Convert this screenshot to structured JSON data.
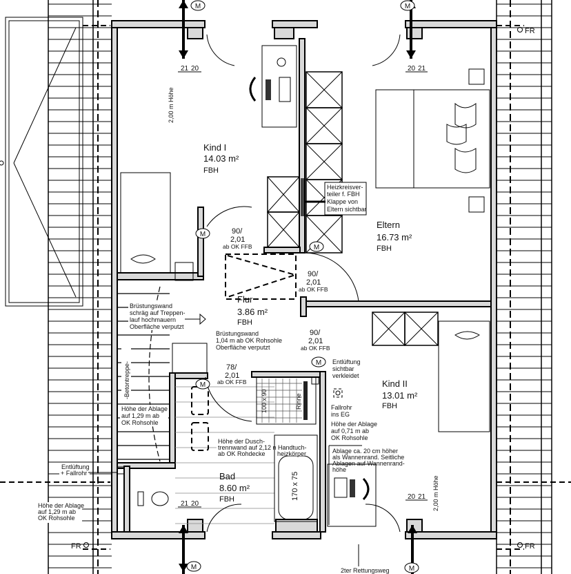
{
  "rooms": {
    "kind1": {
      "name": "Kind I",
      "area": "14.03 m²",
      "floor": "FBH"
    },
    "eltern": {
      "name": "Eltern",
      "area": "16.73 m²",
      "floor": "FBH"
    },
    "flur": {
      "name": "Flur",
      "area": "3.86 m²",
      "floor": "FBH"
    },
    "kind2": {
      "name": "Kind II",
      "area": "13.01 m²",
      "floor": "FBH"
    },
    "bad": {
      "name": "Bad",
      "area": "8.60 m²",
      "floor": "FBH"
    }
  },
  "heights": {
    "kind1": "2,00 m Höhe",
    "kind2": "2,00 m Höhe"
  },
  "doors": [
    {
      "size": "90/",
      "height": "2,01",
      "ref": "ab OK FFB"
    },
    {
      "size": "90/",
      "height": "2,01",
      "ref": "ab OK FFB"
    },
    {
      "size": "90/",
      "height": "2,01",
      "ref": "ab OK FFB"
    },
    {
      "size": "78/",
      "height": "2,01",
      "ref": "ab OK FFB"
    }
  ],
  "markers": {
    "motor": "M",
    "fr": "FR"
  },
  "dims": {
    "a": "21",
    "b": "20"
  },
  "notes": {
    "heizkreis": [
      "Heizkreisver-",
      "teiler f. FBH",
      "Klappe von",
      "Eltern sichtbar"
    ],
    "bruestung1": [
      "Brüstungswand",
      "schräg auf Treppen-",
      "lauf hochmauern",
      "Oberfläche verputzt"
    ],
    "bruestung2": [
      "Brüstungswand",
      "1,04 m ab OK Rohsohle",
      "Oberfläche verputzt"
    ],
    "treppe": "-Betontreppe-",
    "ablage129a": [
      "Höhe der Ablage",
      "auf 1,29 m ab",
      "OK Rohsohle"
    ],
    "duschtrenn": [
      "Höhe der Dusch-",
      "trennwand auf 2,12 m",
      "ab OK Rohdecke"
    ],
    "dusche": "100 x 90",
    "rinne": "Rinne",
    "handtuch": [
      "Handtuch-",
      "heizkörper"
    ],
    "wanne": "170 x 75",
    "entlueftung": [
      "Entlüftung",
      "sichtbar",
      "verkleidet"
    ],
    "fallrohr": [
      "Fallrohr",
      "ins EG"
    ],
    "ablage071": [
      "Höhe der Ablage",
      "auf 0,71 m ab",
      "OK Rohsohle"
    ],
    "ablageWanne": [
      "Ablage ca. 20 cm höher",
      "als Wannenrand. Seitliche",
      "Ablagen auf Wannenrand-",
      "höhe"
    ],
    "entlFallrohr": [
      "Entlüftung",
      "+ Fallrohr"
    ],
    "ablage129b": [
      "Höhe der Ablage",
      "auf 1,29 m ab",
      "OK Rohsohle"
    ],
    "rettungsweg": "2ter Rettungsweg"
  }
}
